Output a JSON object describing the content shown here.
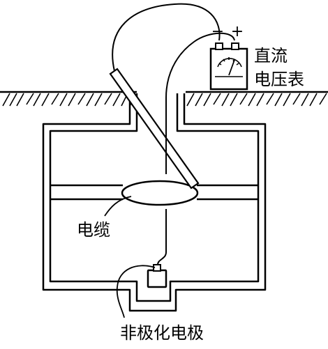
{
  "labels": {
    "meter_line1": "直流",
    "meter_line2": "电压表",
    "cable": "电缆",
    "electrode": "非极化电极",
    "minus": "−",
    "plus": "+"
  }
}
